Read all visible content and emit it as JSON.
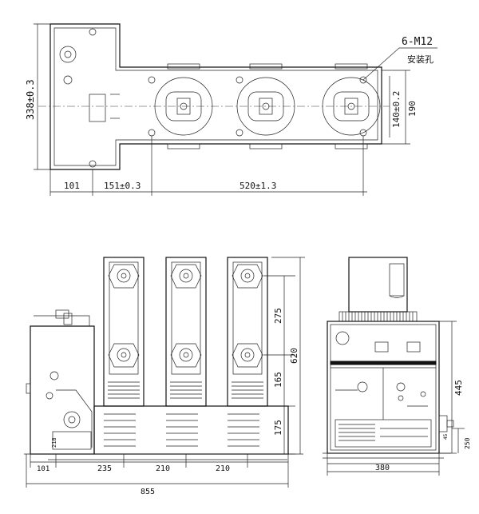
{
  "top_view": {
    "dim_height": "338±0.3",
    "dim_140": "140±0.2",
    "dim_190": "190",
    "dim_101": "101",
    "dim_151": "151±0.3",
    "dim_520": "520±1.3",
    "bolt_label": "6-M12",
    "hole_label": "安装孔"
  },
  "side_view": {
    "dim_275": "275",
    "dim_620": "620",
    "dim_165": "165",
    "dim_175": "175",
    "dim_218": "218",
    "dim_101": "101",
    "dim_235": "235",
    "dim_210a": "210",
    "dim_210b": "210",
    "dim_855": "855"
  },
  "front_view": {
    "dim_445": "445",
    "dim_380": "380",
    "dim_250": "250",
    "dim_side": "45"
  },
  "colors": {
    "line": "#111111",
    "background": "#ffffff"
  }
}
